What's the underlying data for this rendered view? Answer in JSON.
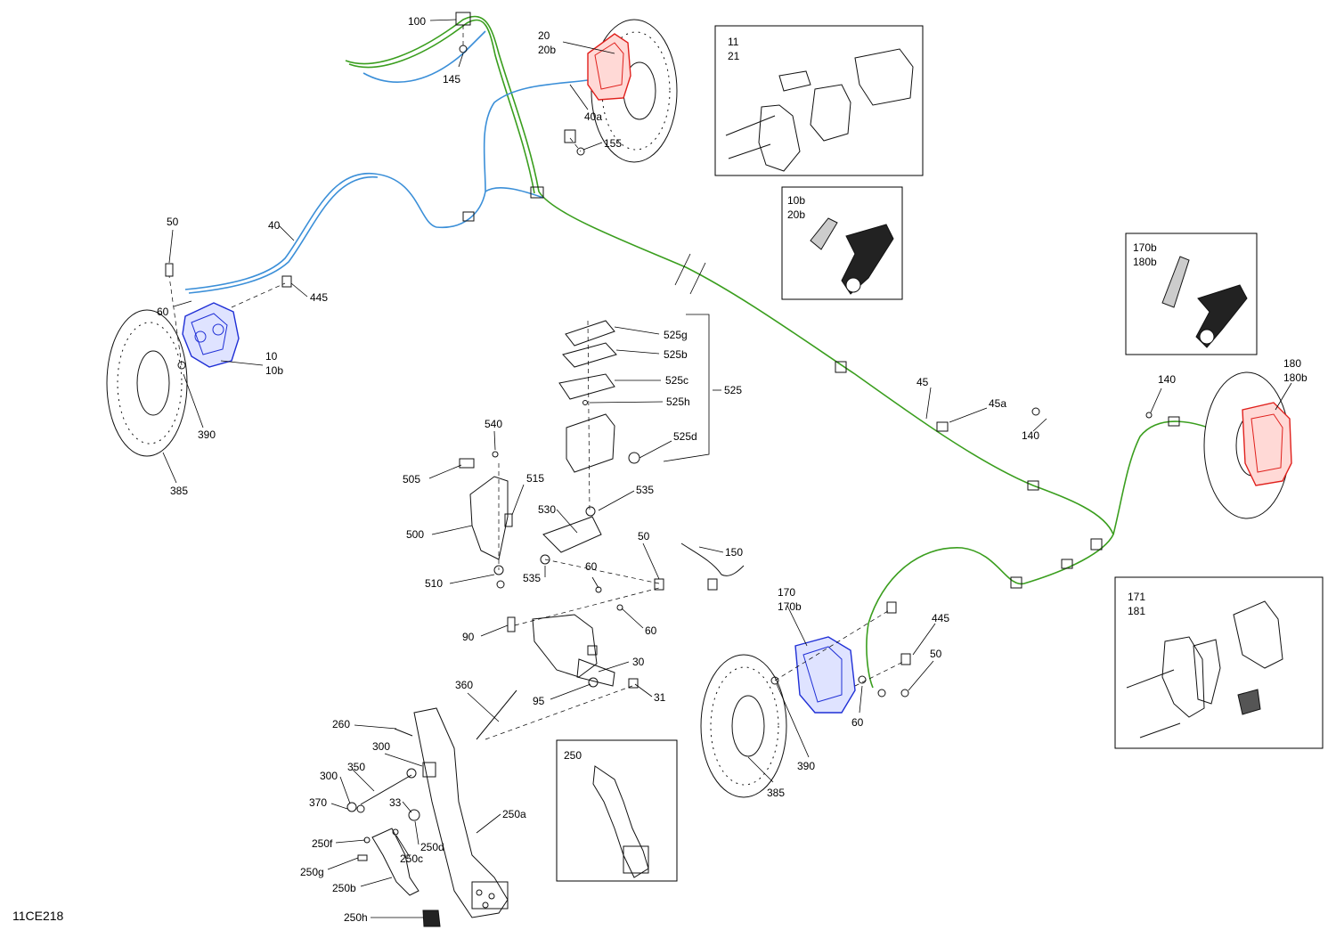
{
  "diagram_id": "11CE218",
  "colors": {
    "front_left_caliper": "#1f2fd6",
    "front_right_caliper": "#e0201c",
    "rear_left_caliper": "#1f2fd6",
    "rear_right_caliper": "#e0201c",
    "front_lines": "#3b8fd8",
    "rear_lines": "#3a9e1e"
  },
  "callouts": {
    "c100": "100",
    "c145": "145",
    "c20": "20",
    "c20b": "20b",
    "c40a": "40a",
    "c155": "155",
    "c50a": "50",
    "c40": "40",
    "c60a": "60",
    "c445a": "445",
    "c10": "10",
    "c10b": "10b",
    "c390a": "390",
    "c385a": "385",
    "c525g": "525g",
    "c525b": "525b",
    "c525c": "525c",
    "c525h": "525h",
    "c525d": "525d",
    "c525": "525",
    "c540": "540",
    "c505": "505",
    "c515": "515",
    "c500": "500",
    "c510": "510",
    "c530": "530",
    "c535a": "535",
    "c535b": "535",
    "c60b": "60",
    "c50b": "50",
    "c150": "150",
    "c90": "90",
    "c60c": "60",
    "c30": "30",
    "c95": "95",
    "c31": "31",
    "c360": "360",
    "c260": "260",
    "c300a": "300",
    "c350": "350",
    "c300b": "300",
    "c370": "370",
    "c33": "33",
    "c250d": "250d",
    "c250a": "250a",
    "c250f": "250f",
    "c250c": "250c",
    "c250g": "250g",
    "c250b": "250b",
    "c250h": "250h",
    "c45": "45",
    "c45a": "45a",
    "c140a": "140",
    "c140b": "140",
    "c180": "180",
    "c180b": "180b",
    "c170": "170",
    "c170b": "170b",
    "c445b": "445",
    "c50c": "50",
    "c60d": "60",
    "c390b": "390",
    "c385b": "385"
  },
  "boxes": {
    "pads_front": {
      "l1": "11",
      "l2": "21"
    },
    "bleeder_front": {
      "l1": "10b",
      "l2": "20b"
    },
    "bleeder_rear": {
      "l1": "170b",
      "l2": "180b"
    },
    "pads_rear": {
      "l1": "171",
      "l2": "181"
    },
    "pedal_alt": {
      "l1": "250"
    }
  }
}
